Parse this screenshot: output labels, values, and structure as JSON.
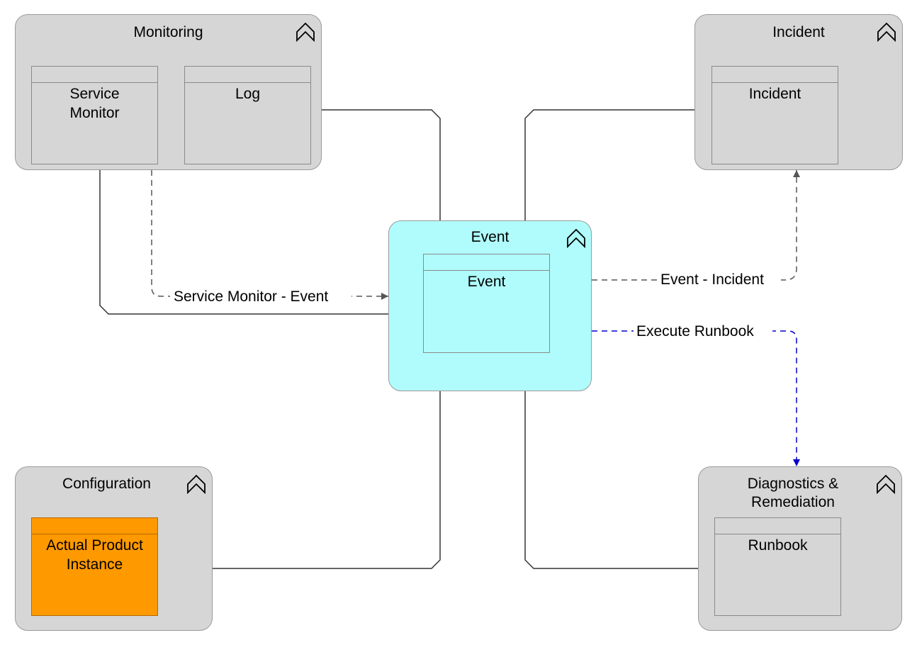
{
  "groups": {
    "monitoring": {
      "title": "Monitoring",
      "icon": "collapse-chevron-icon"
    },
    "incident": {
      "title": "Incident",
      "icon": "collapse-chevron-icon"
    },
    "event": {
      "title": "Event",
      "icon": "collapse-chevron-icon"
    },
    "configuration": {
      "title": "Configuration",
      "icon": "collapse-chevron-icon"
    },
    "diagnostics": {
      "title": "Diagnostics &\nRemediation",
      "icon": "collapse-chevron-icon"
    }
  },
  "entities": {
    "service_monitor": "Service\nMonitor",
    "log": "Log",
    "incident": "Incident",
    "event": "Event",
    "actual_product_instance": "Actual Product\nInstance",
    "runbook": "Runbook"
  },
  "relations": {
    "service_monitor_event": "Service Monitor - Event",
    "event_incident": "Event - Incident",
    "execute_runbook": "Execute Runbook"
  },
  "colors": {
    "group_fill": "#d6d6d6",
    "event_fill": "#b0fcfc",
    "product_instance_fill": "#ff9900",
    "execute_runbook_line": "#0000cc",
    "dependency_line": "#555555"
  }
}
